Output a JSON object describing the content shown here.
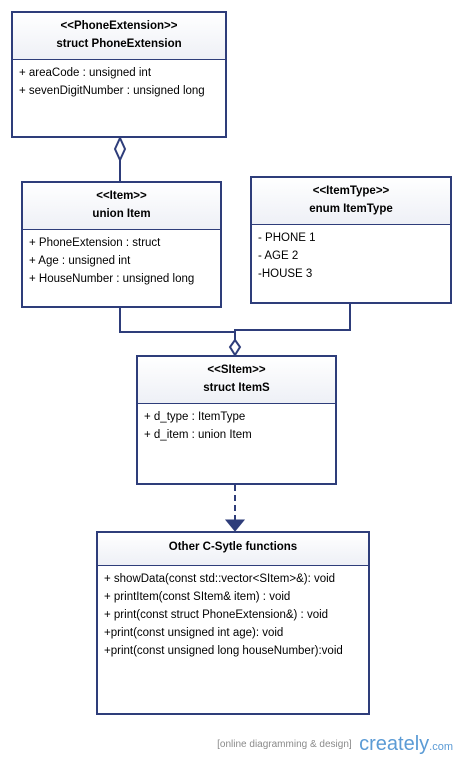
{
  "boxes": {
    "phone_extension": {
      "stereotype": "<<PhoneExtension>>",
      "name": "struct PhoneExtension",
      "members": [
        "+ areaCode : unsigned int",
        "+ sevenDigitNumber : unsigned long"
      ]
    },
    "item": {
      "stereotype": "<<Item>>",
      "name": "union Item",
      "members": [
        "+ PhoneExtension : struct",
        "+ Age : unsigned int",
        "+ HouseNumber : unsigned long"
      ]
    },
    "item_type": {
      "stereotype": "<<ItemType>>",
      "name": "enum ItemType",
      "members": [
        "- PHONE 1",
        "- AGE 2",
        "-HOUSE 3"
      ]
    },
    "sitem": {
      "stereotype": "<<SItem>>",
      "name": "struct ItemS",
      "members": [
        "+ d_type : ItemType",
        "+ d_item : union Item"
      ]
    },
    "functions": {
      "name": "Other C-Sytle functions",
      "members": [
        "+ showData(const std::vector<SItem>&): void",
        "+ printItem(const SItem& item) : void",
        "+ print(const struct PhoneExtension&) : void",
        "+print(const unsigned int age): void",
        "+print(const unsigned long houseNumber):void"
      ]
    }
  },
  "footer": {
    "tagline": "[online diagramming & design]",
    "brand": "creately",
    "brand_suffix": ".com"
  },
  "colors": {
    "border": "#2e3d7a",
    "brand": "#5b9bd5",
    "tagline": "#8a8a8a"
  }
}
